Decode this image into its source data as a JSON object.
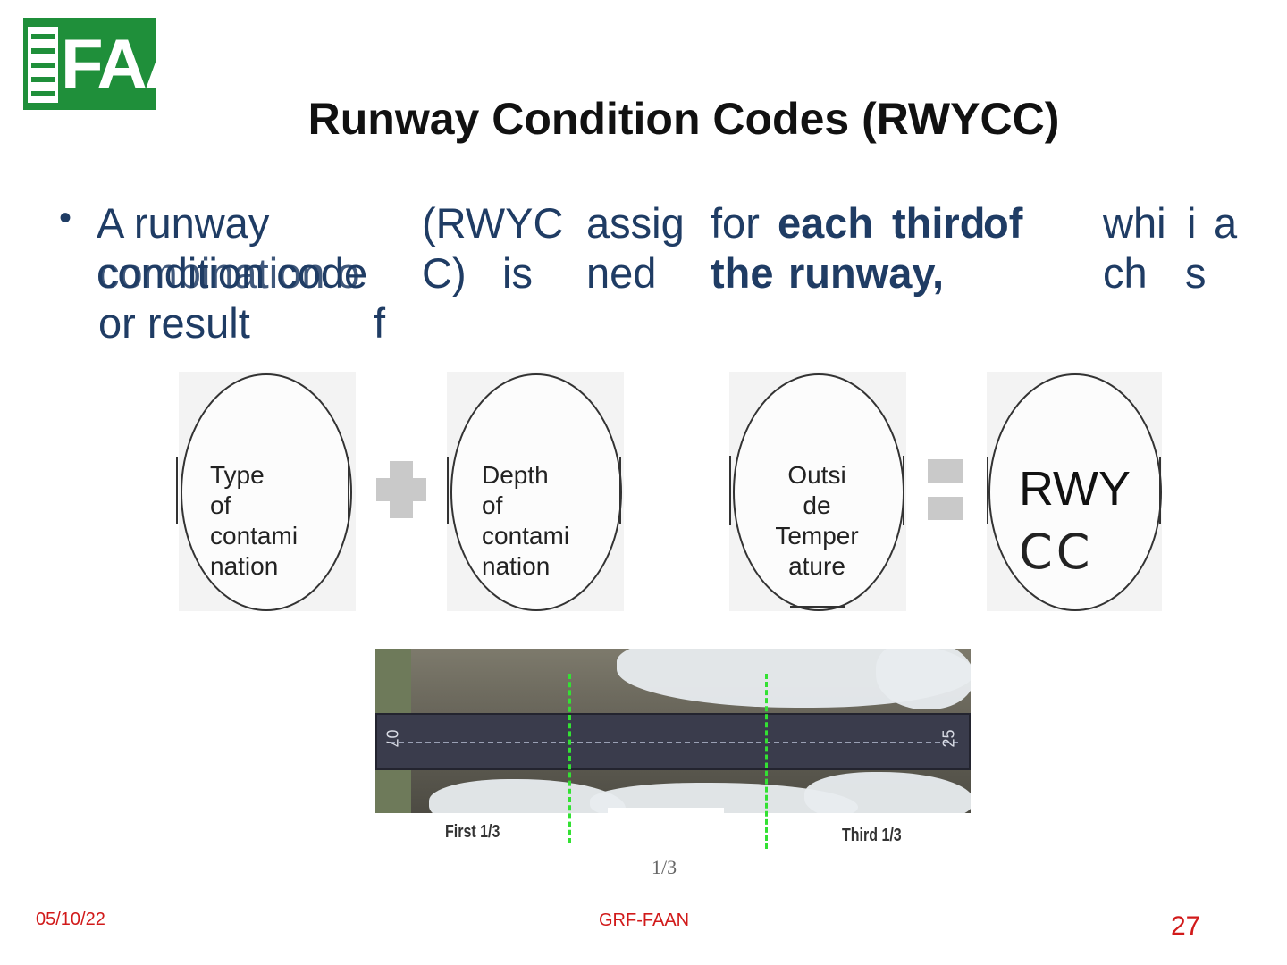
{
  "logo": {
    "text": "FAAN"
  },
  "title": "Runway Condition Codes (RWYCC)",
  "bullet": {
    "line1": {
      "a": "A runway",
      "b": "(RWYC",
      "c": "assig",
      "d": "for",
      "e": "each",
      "f": "third",
      "g": "of",
      "h": "whi",
      "i": "i",
      "j": "a"
    },
    "line2": {
      "a": "condition code",
      "a_overlap": "combination o",
      "b": "C)",
      "c": "is",
      "d": "ned",
      "e": "the",
      "f": "runway,",
      "g": "ch",
      "h": "s"
    },
    "line3": {
      "a": "or result",
      "b": "f"
    }
  },
  "equation": {
    "factor1": "Type\nof\ncontami\nnation",
    "factor2": "Depth\nof\ncontami\nnation",
    "factor3": "Outsi\nde\nTemper\nature",
    "result_line1": "RWY",
    "result_line2": "CC"
  },
  "runway": {
    "left_number": "07",
    "right_number": "25",
    "first_label": "First 1/3",
    "third_label": "Third 1/3"
  },
  "page_note": "1/3",
  "footer": {
    "date": "05/10/22",
    "center": "GRF-FAAN",
    "page_number": "27"
  }
}
